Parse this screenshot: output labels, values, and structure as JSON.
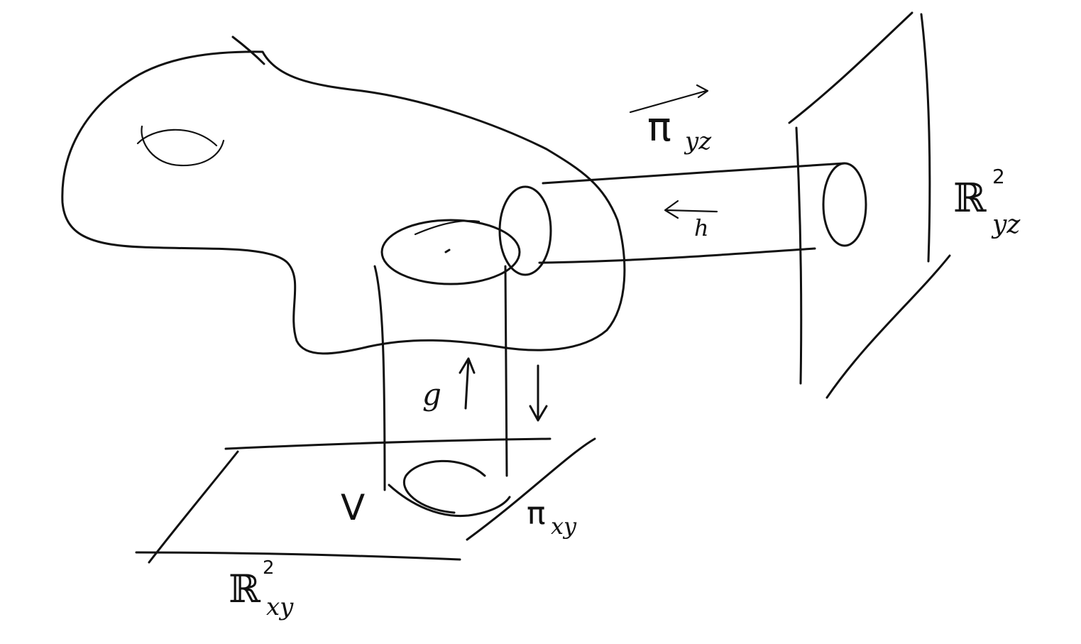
{
  "labels": {
    "pi_yz": "π",
    "pi_yz_sub": "yz",
    "h": "h",
    "r2_yz": "ℝ",
    "r2_yz_sup": "2",
    "r2_yz_sub": "yz",
    "g": "g",
    "v": "V",
    "pi_xy": "π",
    "pi_xy_sub": "xy",
    "r2_xy": "ℝ",
    "r2_xy_sup": "2",
    "r2_xy_sub": "xy"
  },
  "colors": {
    "ink": "#111111",
    "paper": "#ffffff"
  }
}
